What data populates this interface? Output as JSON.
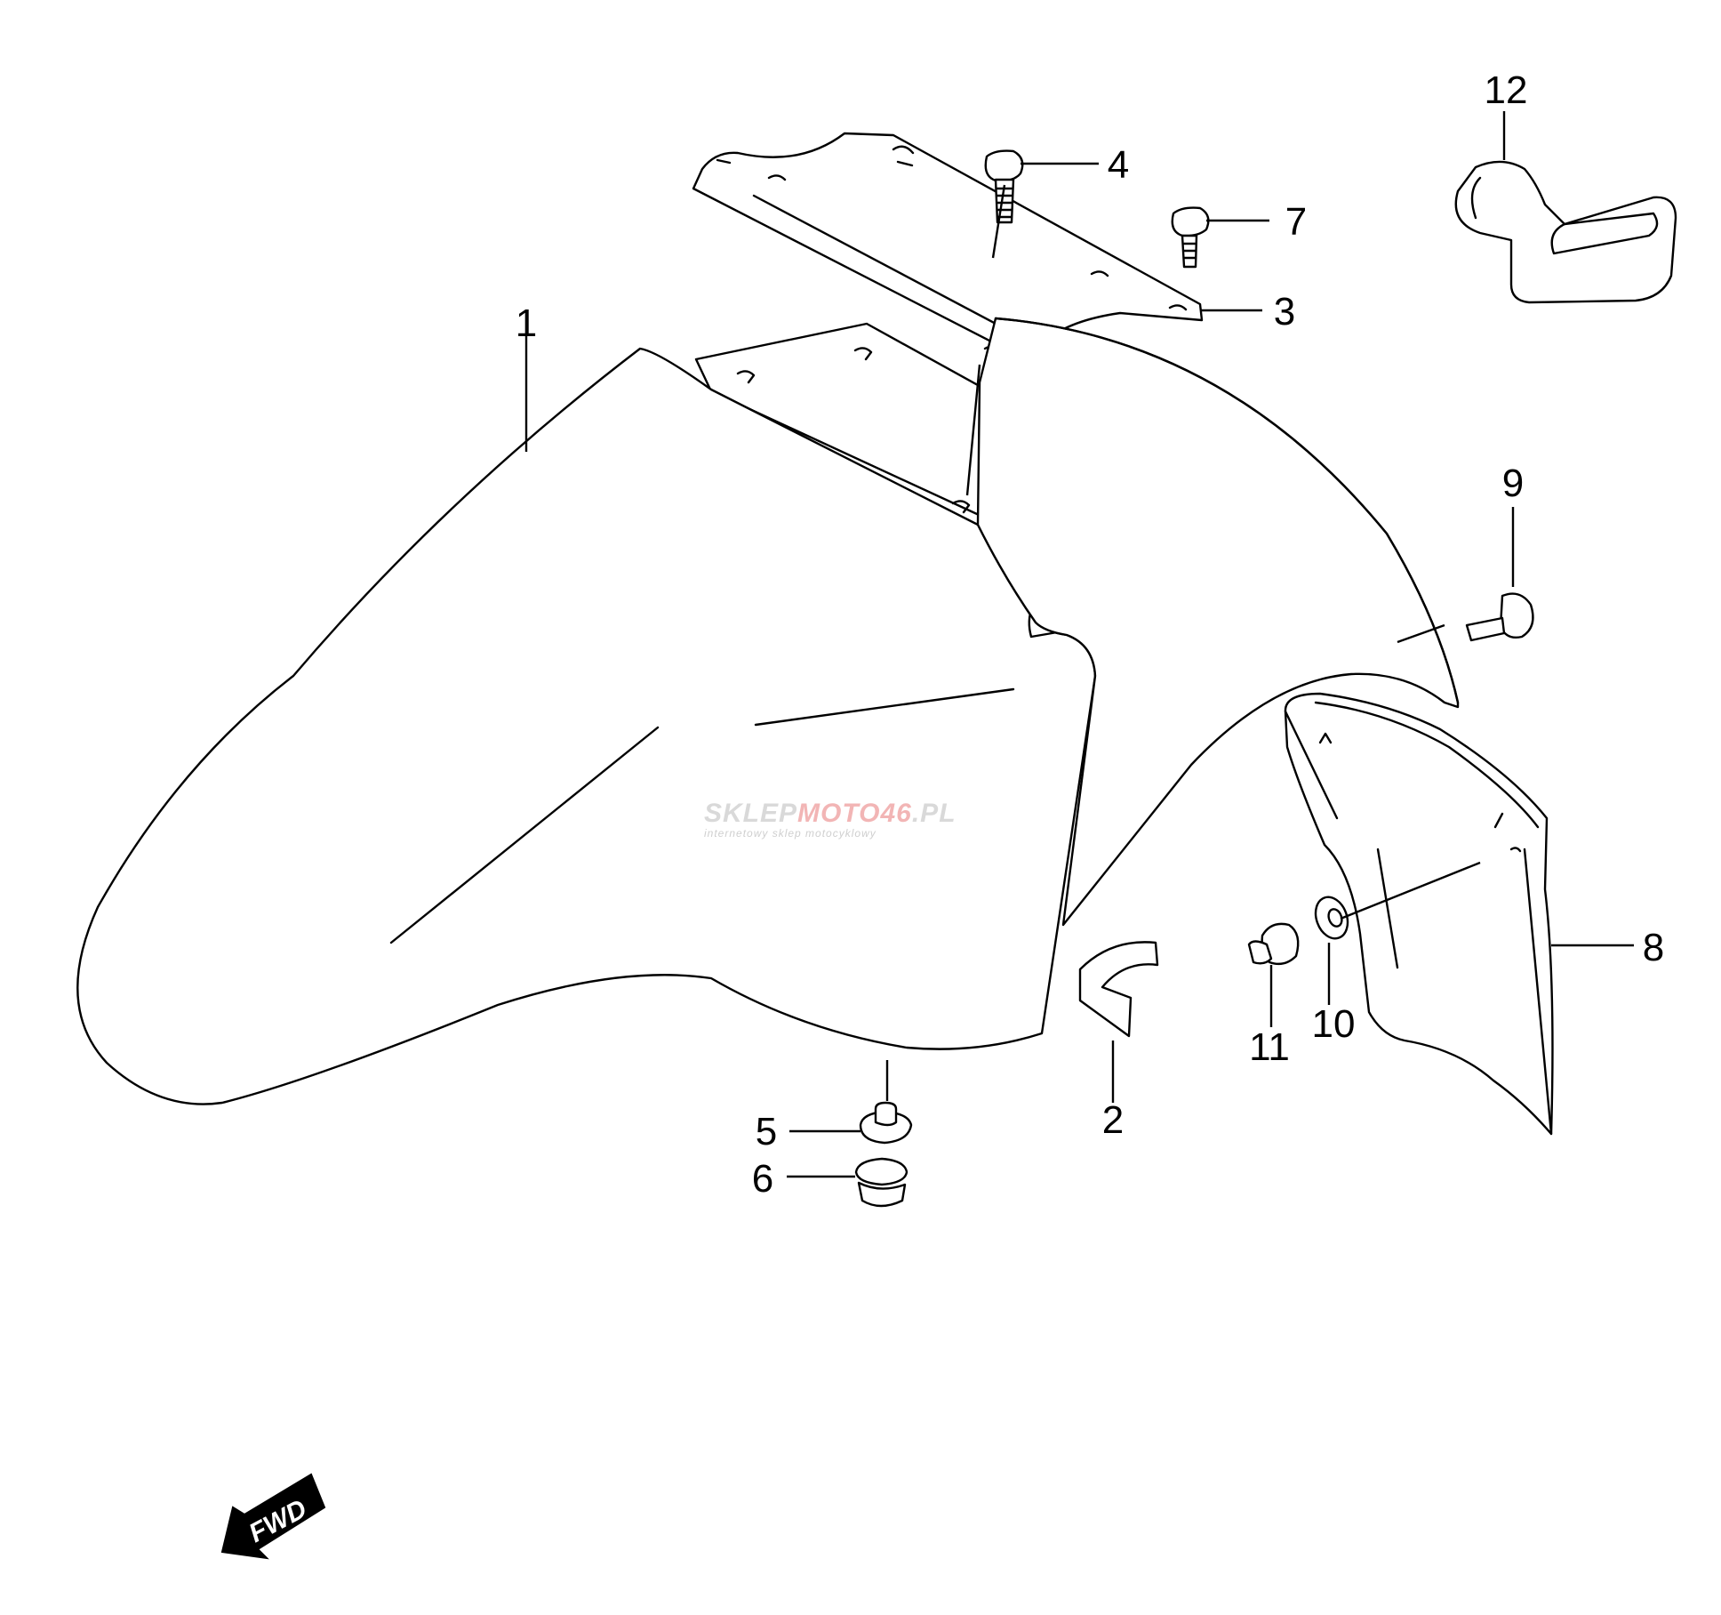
{
  "parts": [
    {
      "id": "front-fender",
      "label": "1"
    },
    {
      "id": "cushion",
      "label": "2"
    },
    {
      "id": "fender-brace",
      "label": "3"
    },
    {
      "id": "brace-bolt",
      "label": "4"
    },
    {
      "id": "grommet",
      "label": "5"
    },
    {
      "id": "nut",
      "label": "6"
    },
    {
      "id": "fender-screw",
      "label": "7"
    },
    {
      "id": "rear-fender-piece",
      "label": "8"
    },
    {
      "id": "side-screw",
      "label": "9"
    },
    {
      "id": "washer",
      "label": "10"
    },
    {
      "id": "nut-small",
      "label": "11"
    },
    {
      "id": "hose-guide",
      "label": "12"
    }
  ],
  "watermark": {
    "brand_gray": "SKLEP",
    "brand_red": "MOTO46",
    "brand_suffix": ".PL",
    "tagline": "internetowy sklep motocyklowy"
  },
  "fwd_label": "FWD"
}
